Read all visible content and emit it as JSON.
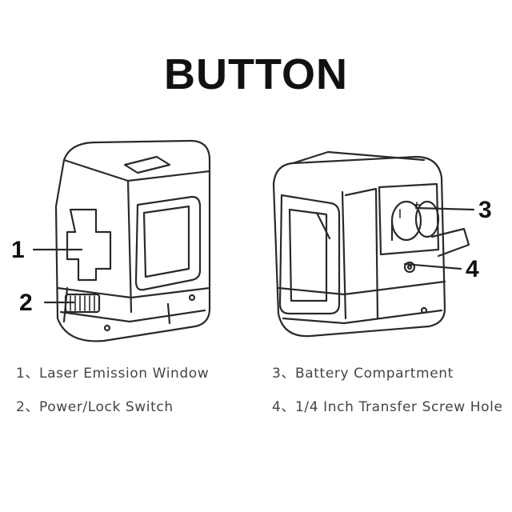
{
  "title": "BUTTON",
  "callouts": [
    "1",
    "2",
    "3",
    "4"
  ],
  "legend": [
    "1、Laser Emission Window",
    "2、Power/Lock Switch",
    "3、Battery Compartment",
    "4、1/4 Inch Transfer Screw Hole"
  ],
  "colors": {
    "line": "#2a2a2a",
    "text": "#111111",
    "legend": "#444444"
  }
}
